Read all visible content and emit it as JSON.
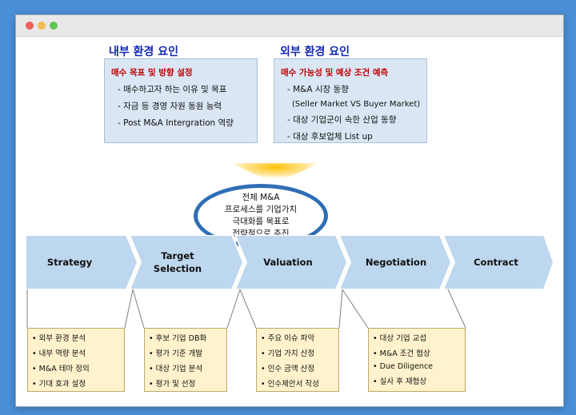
{
  "internal": {
    "title": "내부 환경 요인",
    "head": "매수 목표 및 방향 설정",
    "items": [
      "- 매수하고자 하는 이유 및 목표",
      "- 자금 등 경영 자원 동원 능력",
      "- Post M&A Intergration 역량"
    ]
  },
  "external": {
    "title": "외부 환경 요인",
    "head": "매수 가능성 및 예상 조건 예측",
    "items": [
      "- M&A 시장 동향",
      "(Seller Market VS Buyer Market)",
      "- 대상 기업군이 속한 산업 동향",
      "- 대상 후보업체 List up"
    ]
  },
  "center": {
    "lines": [
      "전체 M&A",
      "프로세스를 기업가치",
      "극대화를 목표로",
      "전략적으로 추진"
    ]
  },
  "stages": [
    {
      "line1": "Strategy",
      "line2": ""
    },
    {
      "line1": "Target",
      "line2": "Selection"
    },
    {
      "line1": "Valuation",
      "line2": ""
    },
    {
      "line1": "Negotiation",
      "line2": ""
    },
    {
      "line1": "Contract",
      "line2": ""
    }
  ],
  "activities": [
    [
      "• 외부 환경 분석",
      "• 내부 역량 분석",
      "• M&A 테마 정의",
      "• 기대 효과 설정"
    ],
    [
      "• 후보 기업 DB화",
      "• 평가 기준 개발",
      "• 대상 기업 분석",
      "• 평가 및 선정"
    ],
    [
      "• 주요 이슈 파악",
      "• 기업 가치 산정",
      "• 인수 금액 산정",
      "• 인수제안서 작성"
    ],
    [
      "• 대상 기업 교섭",
      "• M&A 조건 협상",
      "• Due Diligence",
      "• 실사 후 재협상"
    ]
  ],
  "colors": {
    "chevron_fill": "#bdd7ee",
    "activity_fill": "#fff2cc",
    "ellipse_border": "#2e6eb5",
    "title_blue": "#1428b4",
    "head_red": "#c00000"
  }
}
